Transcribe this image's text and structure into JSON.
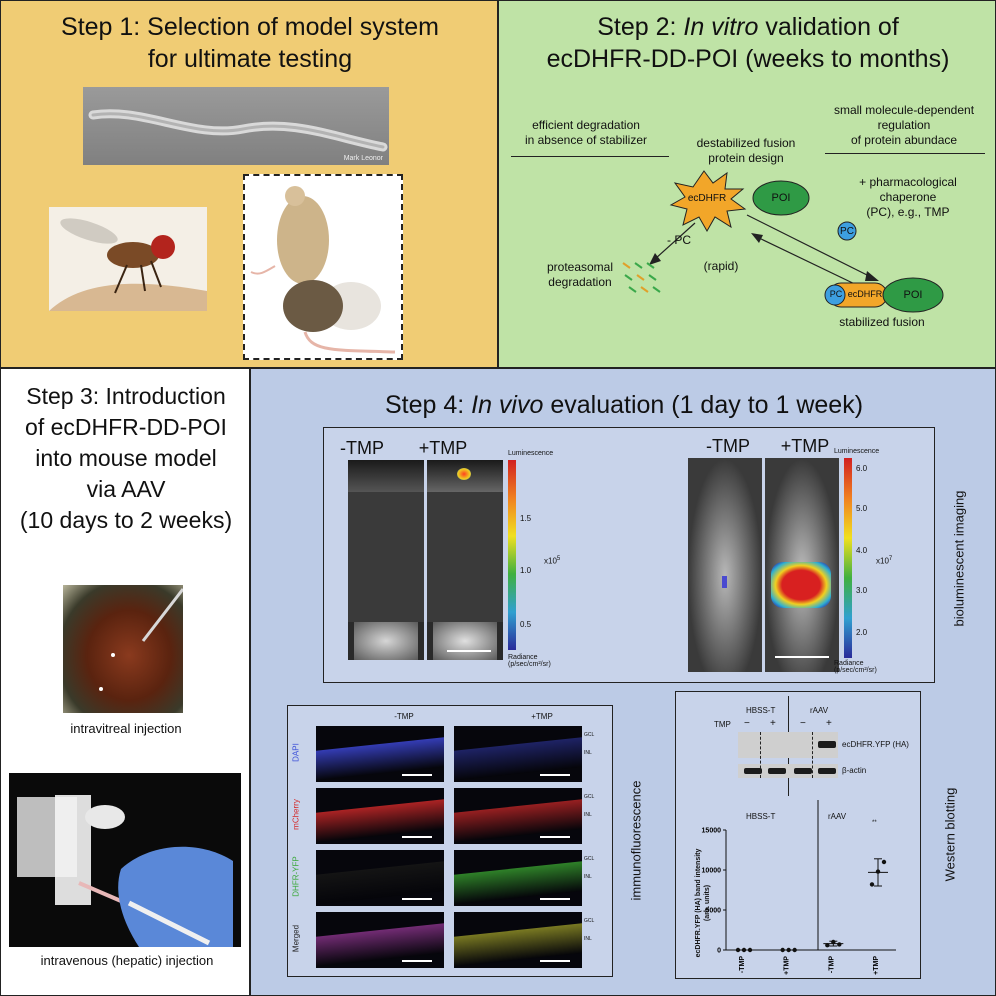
{
  "step1": {
    "title_line1": "Step 1: Selection of model system",
    "title_line2": "for ultimate testing",
    "worm_credit": "Mark Leonor"
  },
  "step2": {
    "title_prefix": "Step 2: ",
    "title_italic": "In vitro",
    "title_suffix": " validation of",
    "title_line2": "ecDHFR-DD-POI (weeks to months)",
    "left_header_1": "efficient degradation",
    "left_header_2": "in absence of stabilizer",
    "center_header_1": "destabilized fusion",
    "center_header_2": "protein design",
    "right_header_1": "small molecule-dependent",
    "right_header_2": "regulation",
    "right_header_3": "of protein abundace",
    "ecdhfr": "ecDHFR",
    "poi": "POI",
    "pc": "PC",
    "minus_pc": "- PC",
    "rapid": "(rapid)",
    "proteasomal_1": "proteasomal",
    "proteasomal_2": "degradation",
    "chaperone_1": "+ pharmacological",
    "chaperone_2": "chaperone",
    "chaperone_3": "(PC), e.g., TMP",
    "stabilized": "stabilized fusion"
  },
  "step3": {
    "title_lines": [
      "Step 3: Introduction",
      "of ecDHFR-DD-POI",
      "into mouse model",
      "via AAV",
      "(10 days to 2 weeks)"
    ],
    "intravitreal": "intravitreal injection",
    "intravenous": "intravenous (hepatic) injection"
  },
  "step4": {
    "title_prefix": "Step 4: ",
    "title_italic": "In vivo",
    "title_suffix": " evaluation (1 day to 1 week)",
    "bio_label": "bioluminescent imaging",
    "minus_tmp": "-TMP",
    "plus_tmp": "+TMP",
    "luminescence": "Luminescence",
    "radiance_1": "Radiance",
    "radiance_2": "(p/sec/cm²/sr)",
    "scale_left": [
      "1.5",
      "1.0",
      "0.5"
    ],
    "exp_left": "x10",
    "exp_left_sup": "5",
    "scale_right": [
      "6.0",
      "5.0",
      "4.0",
      "3.0",
      "2.0"
    ],
    "exp_right": "x10",
    "exp_right_sup": "7",
    "if_label": "immunofluorescence",
    "if_minus": "-TMP",
    "if_plus": "+TMP",
    "if_rows": [
      {
        "label": "DAPI",
        "color": "#3b4fd8"
      },
      {
        "label": "mCherry",
        "color": "#d42a2a"
      },
      {
        "label": "DHFR-YFP",
        "color": "#3aa83a"
      },
      {
        "label": "Merged",
        "color": "#222222"
      }
    ],
    "gcl": "GCL",
    "inl": "INL",
    "wb_label": "Western blotting",
    "hbss": "HBSS-T",
    "raav": "rAAV",
    "tmp": "TMP",
    "minus": "−",
    "plus": "+",
    "band_label": "ecDHFR.YFP (HA)",
    "actin_label": "β-actin",
    "stars": "**",
    "ylabel_1": "ecDHFR.YFP (HA) band intensity",
    "ylabel_2": "(arb. units)"
  },
  "chart_data": {
    "type": "scatter",
    "title": "",
    "ylabel": "ecDHFR.YFP (HA) band intensity (arb. units)",
    "ylim": [
      0,
      15000
    ],
    "yticks": [
      0,
      5000,
      10000,
      15000
    ],
    "categories": [
      "-TMP",
      "+TMP",
      "-TMP",
      "+TMP"
    ],
    "groups": [
      "HBSS-T",
      "HBSS-T",
      "rAAV",
      "rAAV"
    ],
    "series": [
      {
        "values": [
          [
            0,
            0,
            0
          ],
          [
            0,
            0,
            0
          ],
          [
            600,
            1000,
            700
          ],
          [
            8200,
            9800,
            11000
          ]
        ]
      }
    ],
    "means": [
      0,
      0,
      800,
      9700
    ],
    "sd_high": [
      0,
      0,
      1100,
      11400
    ],
    "sd_low": [
      0,
      0,
      500,
      8000
    ]
  }
}
